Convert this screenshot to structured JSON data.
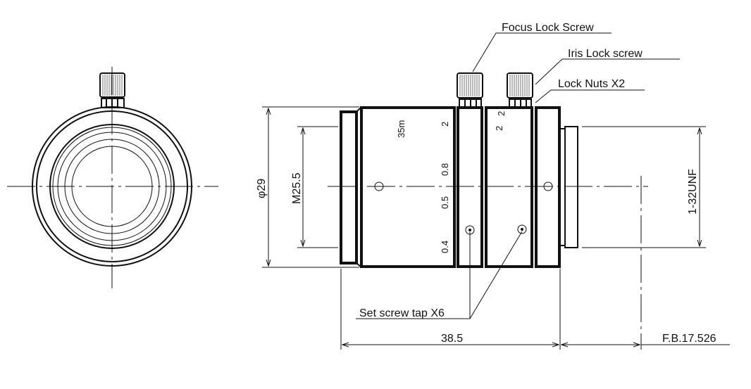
{
  "callouts": {
    "focus_lock_screw": "Focus Lock Screw",
    "iris_lock_screw": "Iris Lock screw",
    "lock_nuts": "Lock Nuts X2",
    "set_screw_tap": "Set screw tap X6"
  },
  "dimensions": {
    "outer_diameter": "φ29",
    "mount_thread": "M25.5",
    "rear_thread": "1-32UNF",
    "length": "38.5",
    "flange_back": "F.B.17.526"
  },
  "barrel_markings": {
    "focal_length": "35m",
    "focus_scale": [
      "2",
      "0.8",
      "0.5",
      "0.4"
    ],
    "iris_scale": [
      "2",
      "2"
    ]
  }
}
